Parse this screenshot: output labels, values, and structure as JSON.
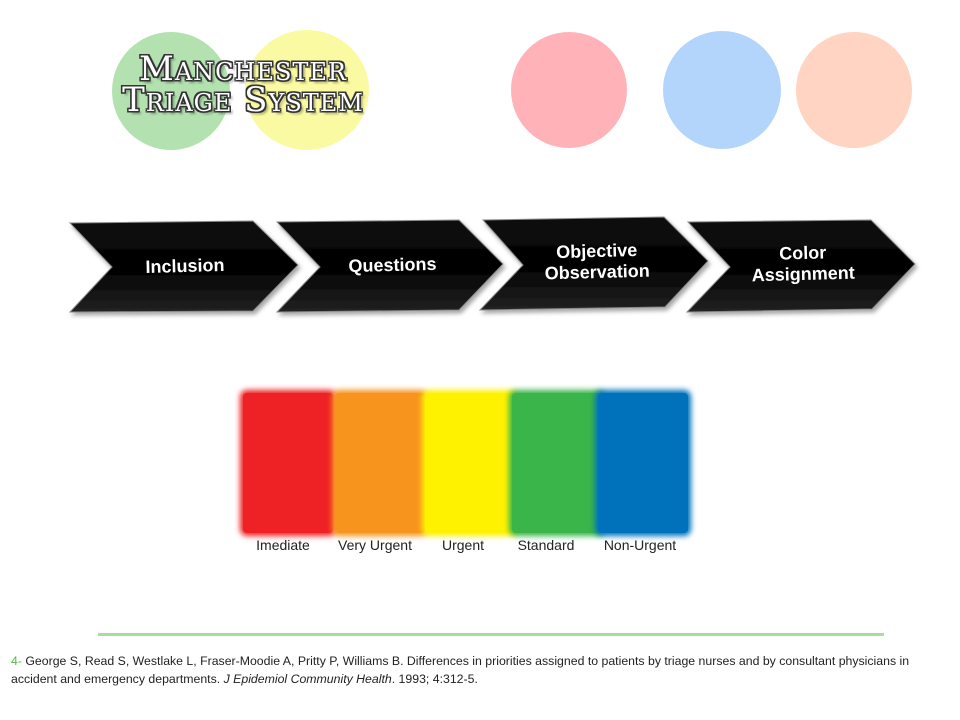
{
  "title": {
    "line1": "Manchester",
    "line2": "Triage System"
  },
  "decor_colors": {
    "green": "#b3e2b0",
    "yellow": "#fafaa2",
    "pink": "#ffb3b8",
    "blue": "#b3d5fb",
    "peach": "#ffd4c2"
  },
  "steps": [
    {
      "label": "Inclusion"
    },
    {
      "label": "Questions"
    },
    {
      "label": "Objective Observation"
    },
    {
      "label": "Color Assignment"
    }
  ],
  "categories": [
    {
      "label": "Imediate",
      "color": "#ee2224"
    },
    {
      "label": "Very Urgent",
      "color": "#f7941d"
    },
    {
      "label": "Urgent",
      "color": "#fff200"
    },
    {
      "label": "Standard",
      "color": "#39b54a"
    },
    {
      "label": "Non-Urgent",
      "color": "#0072bc"
    }
  ],
  "reference": {
    "number": "4-",
    "text_before": " George S, Read S, Westlake L, Fraser-Moodie A, Pritty P, Williams B. Differences in priorities assigned to patients by triage nurses and by consultant physicians in accident and emergency departments. ",
    "journal": "J Epidemiol Community Health",
    "text_after": ". 1993; 4:312-5."
  }
}
